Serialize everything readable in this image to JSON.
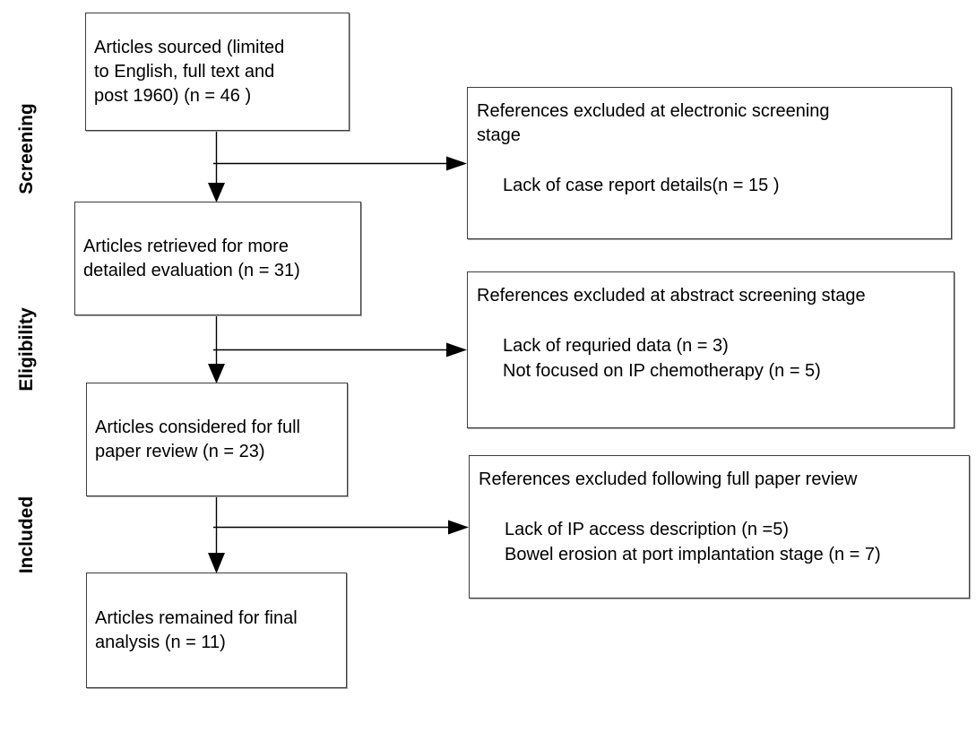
{
  "diagram": {
    "title_semantic": "PRISMA literature review flow diagram",
    "colors": {
      "background": "#ffffff",
      "box_border": "#3d3d3d",
      "text": "#000000",
      "arrow": "#000000"
    },
    "stages": [
      {
        "label": "Screening"
      },
      {
        "label": "Eligibility"
      },
      {
        "label": "Included"
      }
    ],
    "flow_boxes": [
      {
        "n": 46,
        "lines": {
          "0": "Articles sourced (limited",
          "1": "to English, full text and",
          "2": "post 1960) (n = 46 )"
        }
      },
      {
        "n": 31,
        "lines": {
          "0": "Articles retrieved for more",
          "1": "detailed evaluation (n = 31)"
        }
      },
      {
        "n": 23,
        "lines": {
          "0": "Articles considered for full",
          "1": "paper review (n = 23)"
        }
      },
      {
        "n": 11,
        "lines": {
          "0": "Articles remained for final",
          "1": "analysis (n = 11)"
        }
      }
    ],
    "exclusion_boxes": [
      {
        "title_lines": {
          "0": "References excluded at electronic screening",
          "1": "stage"
        },
        "items": {
          "0": "Lack of case report details(n = 15 )"
        }
      },
      {
        "title_lines": {
          "0": "References excluded at abstract screening stage"
        },
        "items": {
          "0": "Lack of requried data (n = 3)",
          "1": "Not focused on IP chemotherapy (n = 5)"
        }
      },
      {
        "title_lines": {
          "0": "References excluded following full paper review"
        },
        "items": {
          "0": "Lack of IP access description (n =5)",
          "1": "Bowel erosion at port implantation stage (n = 7)"
        }
      }
    ]
  }
}
